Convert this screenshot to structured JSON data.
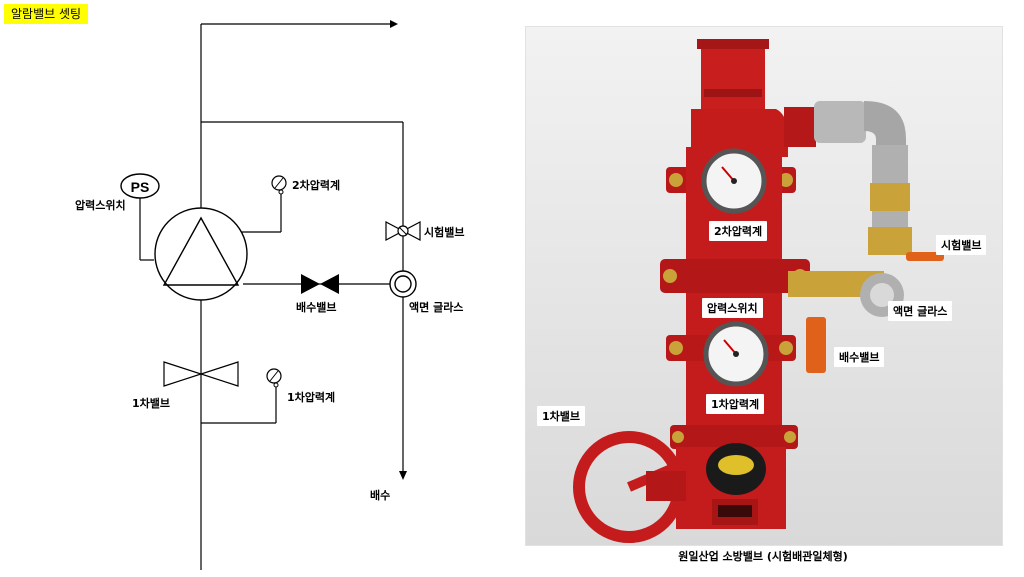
{
  "title": "알람밸브 셋팅",
  "diagram": {
    "ps_symbol": "PS",
    "labels": {
      "pressure_switch": "압력스위치",
      "secondary_gauge": "2차압력계",
      "test_valve": "시험밸브",
      "drain_valve": "배수밸브",
      "sight_glass": "액면 글라스",
      "primary_valve": "1차밸브",
      "primary_gauge": "1차압력계",
      "drain": "배수"
    }
  },
  "photo": {
    "labels": {
      "secondary_gauge": "2차압력계",
      "test_valve": "시험밸브",
      "pressure_switch": "압력스위치",
      "sight_glass": "액면 글라스",
      "drain_valve": "배수밸브",
      "primary_gauge": "1차압력계",
      "primary_valve": "1차밸브"
    },
    "caption": "원일산업 소방밸브 (시험배관일체형)"
  }
}
